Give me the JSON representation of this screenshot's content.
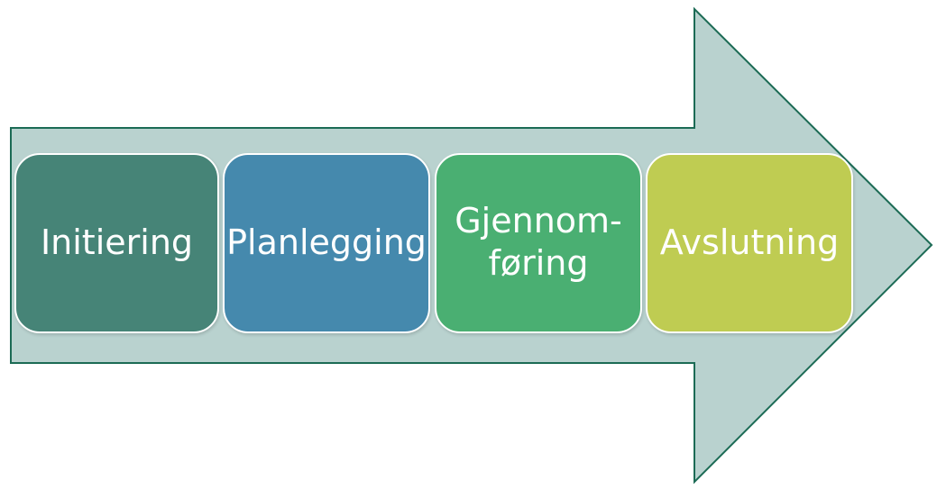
{
  "diagram": {
    "type": "process-arrow",
    "arrow_fill": "#b9d2cf",
    "arrow_stroke": "#1c6b55",
    "phases": [
      {
        "label": "Initiering",
        "color": "#468477"
      },
      {
        "label": "Planlegging",
        "color": "#4589ad"
      },
      {
        "label": "Gjennom-\nføring",
        "color": "#4aaf72"
      },
      {
        "label": "Avslutning",
        "color": "#bfcc52"
      }
    ]
  }
}
